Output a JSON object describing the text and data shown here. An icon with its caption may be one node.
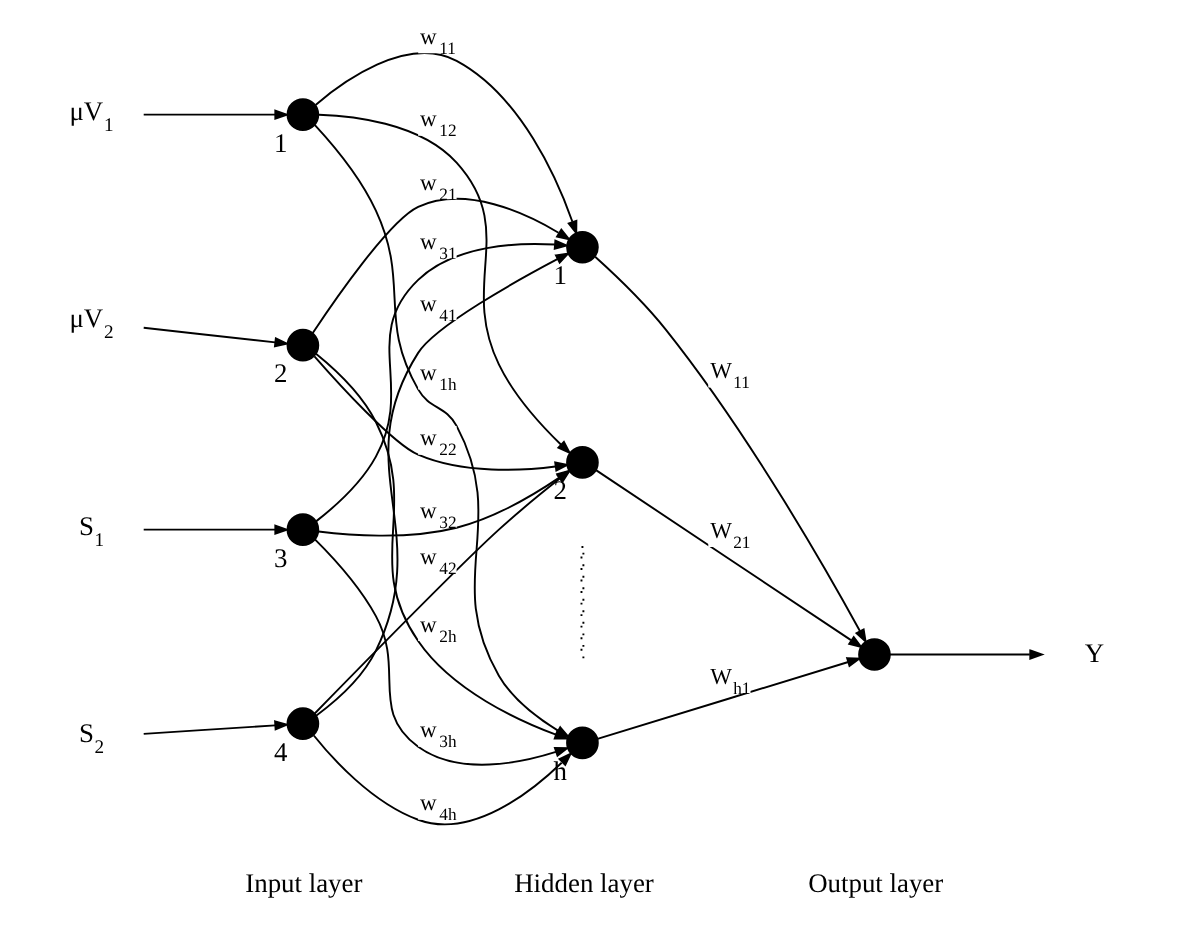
{
  "diagram": {
    "nodes": [
      {
        "text": [
          "μV$_{1}$"
        ]
      },
      {
        "text": [],
        "shape": "circle",
        "beside": [
          "1"
        ]
      },
      {
        "text": [
          "μV$_{2}$"
        ]
      },
      {
        "text": [],
        "shape": "circle",
        "beside": [
          "2"
        ]
      },
      {
        "text": [
          "S$_{1}$"
        ]
      },
      {
        "text": [],
        "shape": "circle",
        "beside": [
          "3"
        ]
      },
      {
        "text": [
          "S$_{2}$"
        ]
      },
      {
        "text": [],
        "shape": "circle",
        "beside": [
          "4"
        ]
      },
      {
        "text": [],
        "shape": "circle",
        "beside": [
          "1"
        ]
      },
      {
        "text": [],
        "shape": "circle",
        "beside": [
          "2"
        ]
      },
      {
        "text": [],
        "shape": "circle",
        "beside": [
          "h"
        ]
      },
      {
        "text": [],
        "shape": "circle"
      },
      {
        "text": [
          "Y"
        ]
      }
    ],
    "edges": [
      {
        "from": 0,
        "to": 1,
        "arrow": "to"
      },
      {
        "from": 2,
        "to": 3,
        "arrow": "to"
      },
      {
        "from": 4,
        "to": 5,
        "arrow": "to"
      },
      {
        "from": 6,
        "to": 7,
        "arrow": "to"
      },
      {
        "from": 1,
        "to": 8,
        "arrow": "to",
        "label": "w$_{11}$"
      },
      {
        "from": 1,
        "to": 9,
        "arrow": "to",
        "label": "w$_{12}$"
      },
      {
        "from": 1,
        "to": 10,
        "arrow": "to",
        "label": "w$_{1h}$"
      },
      {
        "from": 3,
        "to": 8,
        "arrow": "to",
        "label": "w$_{21}$"
      },
      {
        "from": 3,
        "to": 9,
        "arrow": "to",
        "label": "w$_{22}$"
      },
      {
        "from": 3,
        "to": 10,
        "arrow": "to",
        "label": "w$_{2h}$"
      },
      {
        "from": 5,
        "to": 8,
        "arrow": "to",
        "label": "w$_{31}$"
      },
      {
        "from": 5,
        "to": 9,
        "arrow": "to",
        "label": "w$_{32}$"
      },
      {
        "from": 5,
        "to": 10,
        "arrow": "to",
        "label": "w$_{3h}$"
      },
      {
        "from": 7,
        "to": 8,
        "arrow": "to",
        "label": "w$_{41}$"
      },
      {
        "from": 7,
        "to": 9,
        "arrow": "to",
        "label": "w$_{42}$"
      },
      {
        "from": 7,
        "to": 10,
        "arrow": "to",
        "label": "w$_{4h}$"
      },
      {
        "from": 8,
        "to": 11,
        "arrow": "to",
        "label": "W$_{11}$"
      },
      {
        "from": 9,
        "to": 11,
        "arrow": "to",
        "label": "W$_{21}$"
      },
      {
        "from": 10,
        "to": 11,
        "arrow": "to",
        "label": "W$_{h1}$"
      },
      {
        "from": 11,
        "to": 12,
        "arrow": "to"
      }
    ],
    "labels": [
      "Input layer",
      "Hidden layer",
      "Output layer"
    ]
  }
}
